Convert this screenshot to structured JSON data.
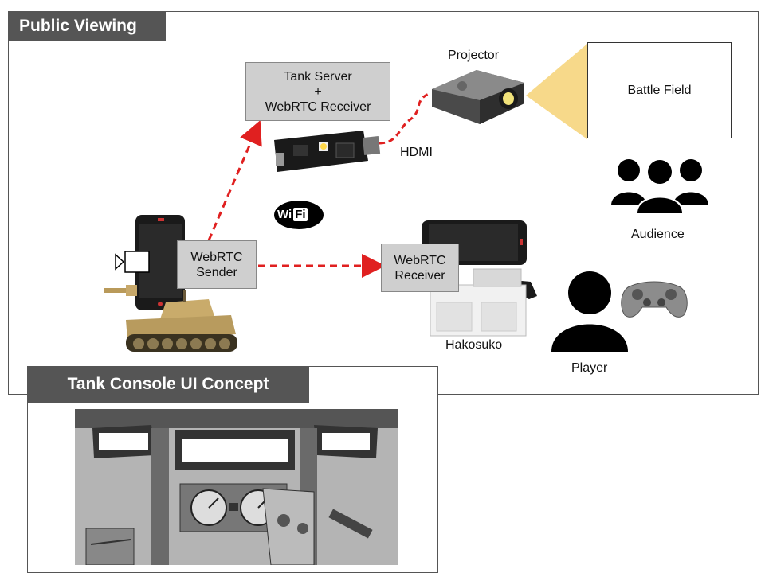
{
  "public_viewing": {
    "title": "Public Viewing"
  },
  "tank_server": {
    "line1": "Tank Server",
    "line2": "+",
    "line3": "WebRTC Receiver"
  },
  "webrtc_sender": {
    "line1": "WebRTC",
    "line2": "Sender"
  },
  "webrtc_receiver": {
    "line1": "WebRTC",
    "line2": "Receiver"
  },
  "labels": {
    "projector": "Projector",
    "battle_field": "Battle Field",
    "hdmi": "HDMI",
    "audience": "Audience",
    "hakosuko": "Hakosuko",
    "player": "Player",
    "wifi_left": "Wi",
    "wifi_right": "Fi"
  },
  "console": {
    "title": "Tank Console UI Concept"
  },
  "colors": {
    "arrow": "#e02020",
    "tab": "#555555",
    "box_fill": "#cfcfcf",
    "beam": "#f7d98a"
  }
}
